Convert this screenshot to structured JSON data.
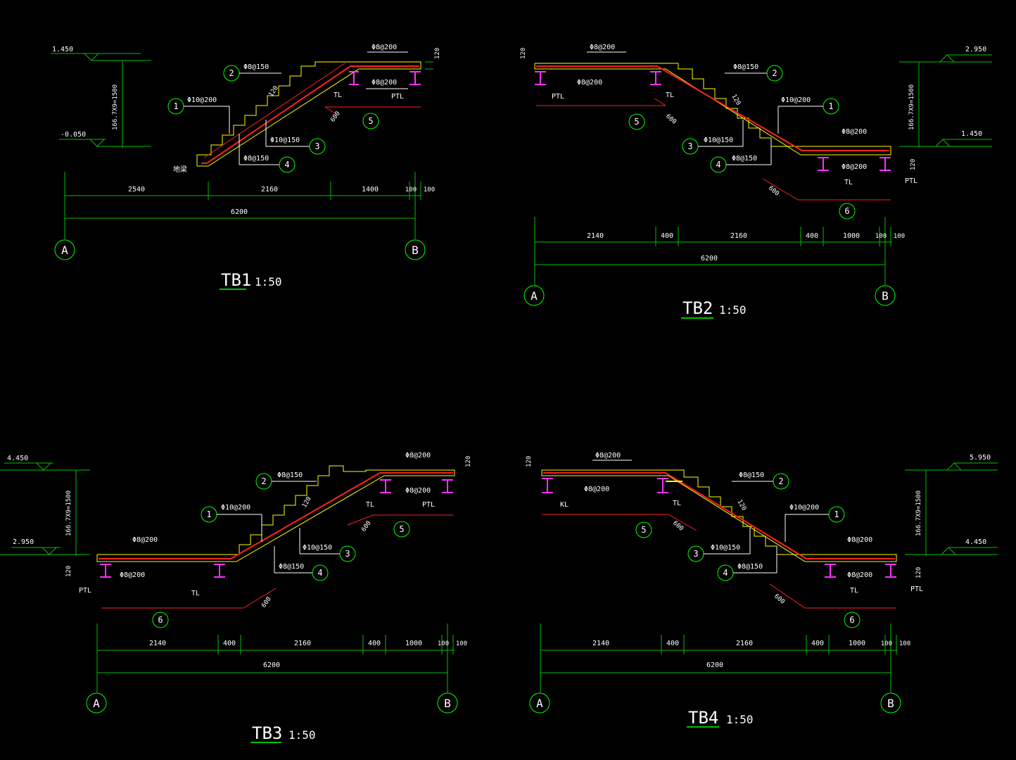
{
  "colors": {
    "background": "#000000",
    "dimension": "#00c000",
    "text": "#ffffff",
    "concrete": "#ffff00",
    "rebar": "#ff2020",
    "beam": "#ff30ff",
    "leader": "#ffffff",
    "bubble": "#00ff00"
  },
  "drawings": [
    {
      "id": "tb1",
      "title": "TB1",
      "scale": "1:50",
      "grid_labels": [
        "A",
        "B"
      ],
      "elevations": [
        "1.450",
        "-0.050"
      ],
      "height_note": "166.7X9=1500",
      "dims_top": [
        "2540",
        "2160",
        "1400",
        "100",
        "100"
      ],
      "dim_total": "6200",
      "callouts": [
        {
          "num": "1",
          "bar": "Φ10@200"
        },
        {
          "num": "2",
          "bar": "Φ8@150"
        },
        {
          "num": "3",
          "bar": "Φ10@150"
        },
        {
          "num": "4",
          "bar": "Φ8@150"
        },
        {
          "num": "5",
          "bar": ""
        }
      ],
      "bars_landing": [
        "Φ8@200",
        "Φ8@200"
      ],
      "beams": [
        "TL",
        "PTL"
      ],
      "thickness": "120",
      "slab_t": "120",
      "lap": "600",
      "ground_beam": "地梁"
    },
    {
      "id": "tb2",
      "title": "TB2",
      "scale": "1:50",
      "grid_labels": [
        "A",
        "B"
      ],
      "elevations": [
        "2.950",
        "1.450"
      ],
      "height_note": "166.7X9=1500",
      "dims_top": [
        "2140",
        "400",
        "2160",
        "400",
        "1000",
        "100",
        "100"
      ],
      "dim_total": "6200",
      "callouts": [
        {
          "num": "1",
          "bar": "Φ10@200"
        },
        {
          "num": "2",
          "bar": "Φ8@150"
        },
        {
          "num": "3",
          "bar": "Φ10@150"
        },
        {
          "num": "4",
          "bar": "Φ8@150"
        },
        {
          "num": "5",
          "bar": ""
        },
        {
          "num": "6",
          "bar": ""
        }
      ],
      "bars_landing": [
        "Φ8@200",
        "Φ8@200",
        "Φ8@200",
        "Φ8@200"
      ],
      "beams": [
        "PTL",
        "TL",
        "TL",
        "PTL"
      ],
      "thickness": "120",
      "slab_t": "120",
      "lap": "600"
    },
    {
      "id": "tb3",
      "title": "TB3",
      "scale": "1:50",
      "grid_labels": [
        "A",
        "B"
      ],
      "elevations": [
        "4.450",
        "2.950"
      ],
      "height_note": "166.7X9=1500",
      "dims_top": [
        "2140",
        "400",
        "2160",
        "400",
        "1000",
        "100",
        "100"
      ],
      "dim_total": "6200",
      "callouts": [
        {
          "num": "1",
          "bar": "Φ10@200"
        },
        {
          "num": "2",
          "bar": "Φ8@150"
        },
        {
          "num": "3",
          "bar": "Φ10@150"
        },
        {
          "num": "4",
          "bar": "Φ8@150"
        },
        {
          "num": "5",
          "bar": ""
        },
        {
          "num": "6",
          "bar": ""
        }
      ],
      "bars_landing": [
        "Φ8@200",
        "Φ8@200",
        "Φ8@200",
        "Φ8@200"
      ],
      "beams": [
        "PTL",
        "TL",
        "TL",
        "PTL"
      ],
      "thickness": "120",
      "slab_t": "120",
      "lap": "600"
    },
    {
      "id": "tb4",
      "title": "TB4",
      "scale": "1:50",
      "grid_labels": [
        "A",
        "B"
      ],
      "elevations": [
        "5.950",
        "4.450"
      ],
      "height_note": "166.7X9=1500",
      "dims_top": [
        "2140",
        "400",
        "2160",
        "400",
        "1000",
        "100",
        "100"
      ],
      "dim_total": "6200",
      "callouts": [
        {
          "num": "1",
          "bar": "Φ10@200"
        },
        {
          "num": "2",
          "bar": "Φ8@150"
        },
        {
          "num": "3",
          "bar": "Φ10@150"
        },
        {
          "num": "4",
          "bar": "Φ8@150"
        },
        {
          "num": "5",
          "bar": ""
        },
        {
          "num": "6",
          "bar": ""
        }
      ],
      "bars_landing": [
        "Φ8@200",
        "Φ8@200",
        "Φ8@200",
        "Φ8@200"
      ],
      "beams": [
        "KL",
        "TL",
        "TL",
        "PTL"
      ],
      "thickness": "120",
      "slab_t": "120",
      "lap": "600"
    }
  ]
}
